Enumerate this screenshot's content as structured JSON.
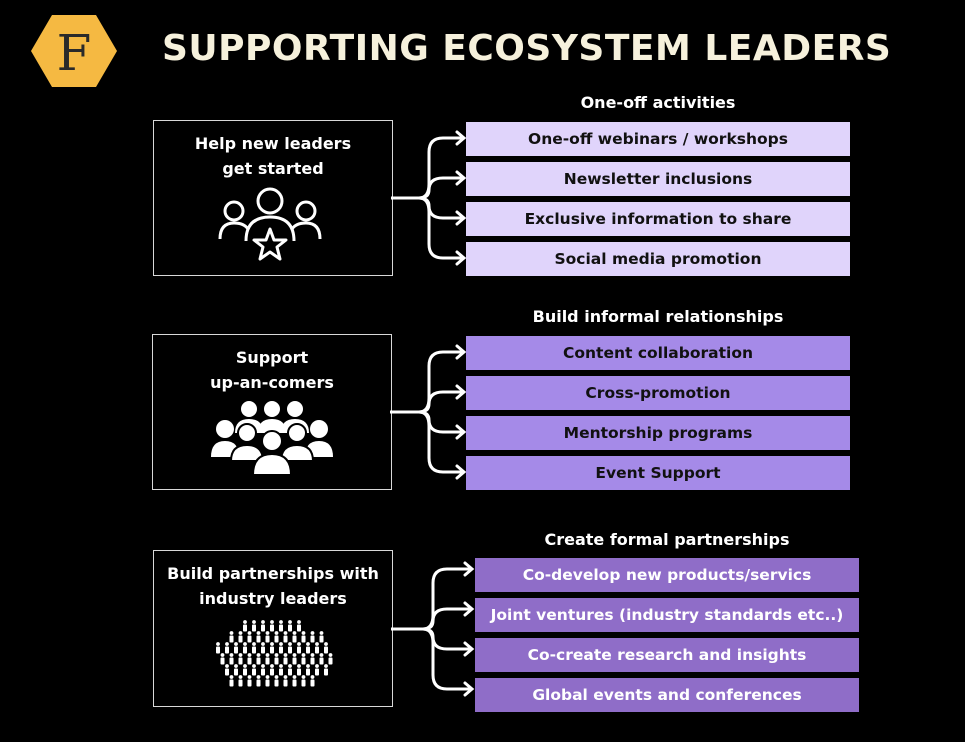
{
  "header": {
    "logo_letter": "F",
    "title": "SUPPORTING ECOSYSTEM LEADERS"
  },
  "colors": {
    "background": "#000000",
    "logo_hex": "#f5b942",
    "title": "#f6f1dc",
    "tier1": "#e0d4fb",
    "tier2": "#a58ae8",
    "tier3": "#8f6dc8"
  },
  "sections": [
    {
      "leader": {
        "label": "Help new leaders\nget started",
        "icon": "user-group-star-icon"
      },
      "heading": "One-off activities",
      "items": [
        "One-off webinars / workshops",
        "Newsletter inclusions",
        "Exclusive information to share",
        "Social media promotion"
      ]
    },
    {
      "leader": {
        "label": "Support\nup-an-comers",
        "icon": "community-crowd-icon"
      },
      "heading": "Build informal relationships",
      "items": [
        "Content collaboration",
        "Cross-promotion",
        "Mentorship programs",
        "Event Support"
      ]
    },
    {
      "leader": {
        "label": "Build partnerships with\nindustry leaders",
        "icon": "large-crowd-icon"
      },
      "heading": "Create formal partnerships",
      "items": [
        "Co-develop new products/servics",
        "Joint ventures (industry standards etc..)",
        "Co-create research and insights",
        "Global events and conferences"
      ]
    }
  ]
}
